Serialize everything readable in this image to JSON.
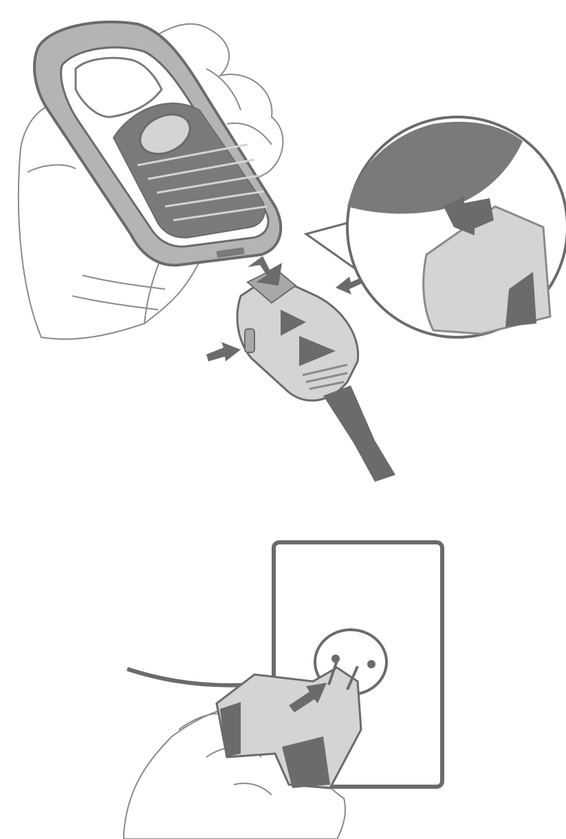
{
  "figures": [
    {
      "subject": "phone-charger-connection",
      "steps": [
        "insert-connector-into-phone-port",
        "press-side-buttons"
      ]
    },
    {
      "subject": "wall-outlet-plug",
      "steps": [
        "insert-plug-into-socket"
      ]
    }
  ],
  "colors": {
    "outline": "#6b6b6b",
    "fill_dark": "#7a7a7a",
    "fill_mid": "#a8a8a8",
    "fill_light": "#d4d4d4",
    "background": "#ffffff"
  },
  "icons": [
    "arrow-icon",
    "play-triangle-icon",
    "magnifier-callout"
  ]
}
